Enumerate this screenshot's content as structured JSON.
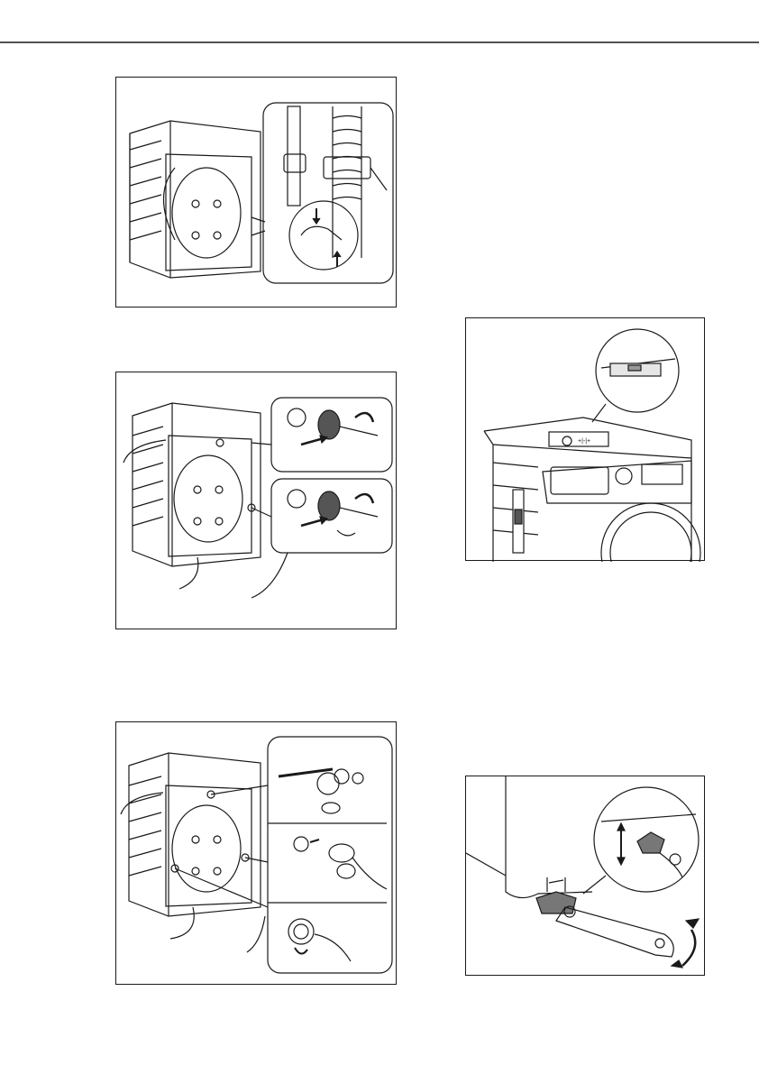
{
  "page": {
    "background": "#ffffff",
    "line_color": "#1a1a1a"
  },
  "figures": [
    {
      "id": "fig-hose-clip",
      "description_icon": "drain-hose-clip-icon"
    },
    {
      "id": "fig-remove-transit-bolts",
      "description_icon": "transit-bolt-removal-icon"
    },
    {
      "id": "fig-insert-plastic-caps",
      "description_icon": "plastic-cap-insert-icon"
    },
    {
      "id": "fig-spirit-level",
      "description_icon": "spirit-level-icon"
    },
    {
      "id": "fig-adjust-feet",
      "description_icon": "adjustable-foot-icon"
    }
  ],
  "figure4_level_label": "+|-|+"
}
